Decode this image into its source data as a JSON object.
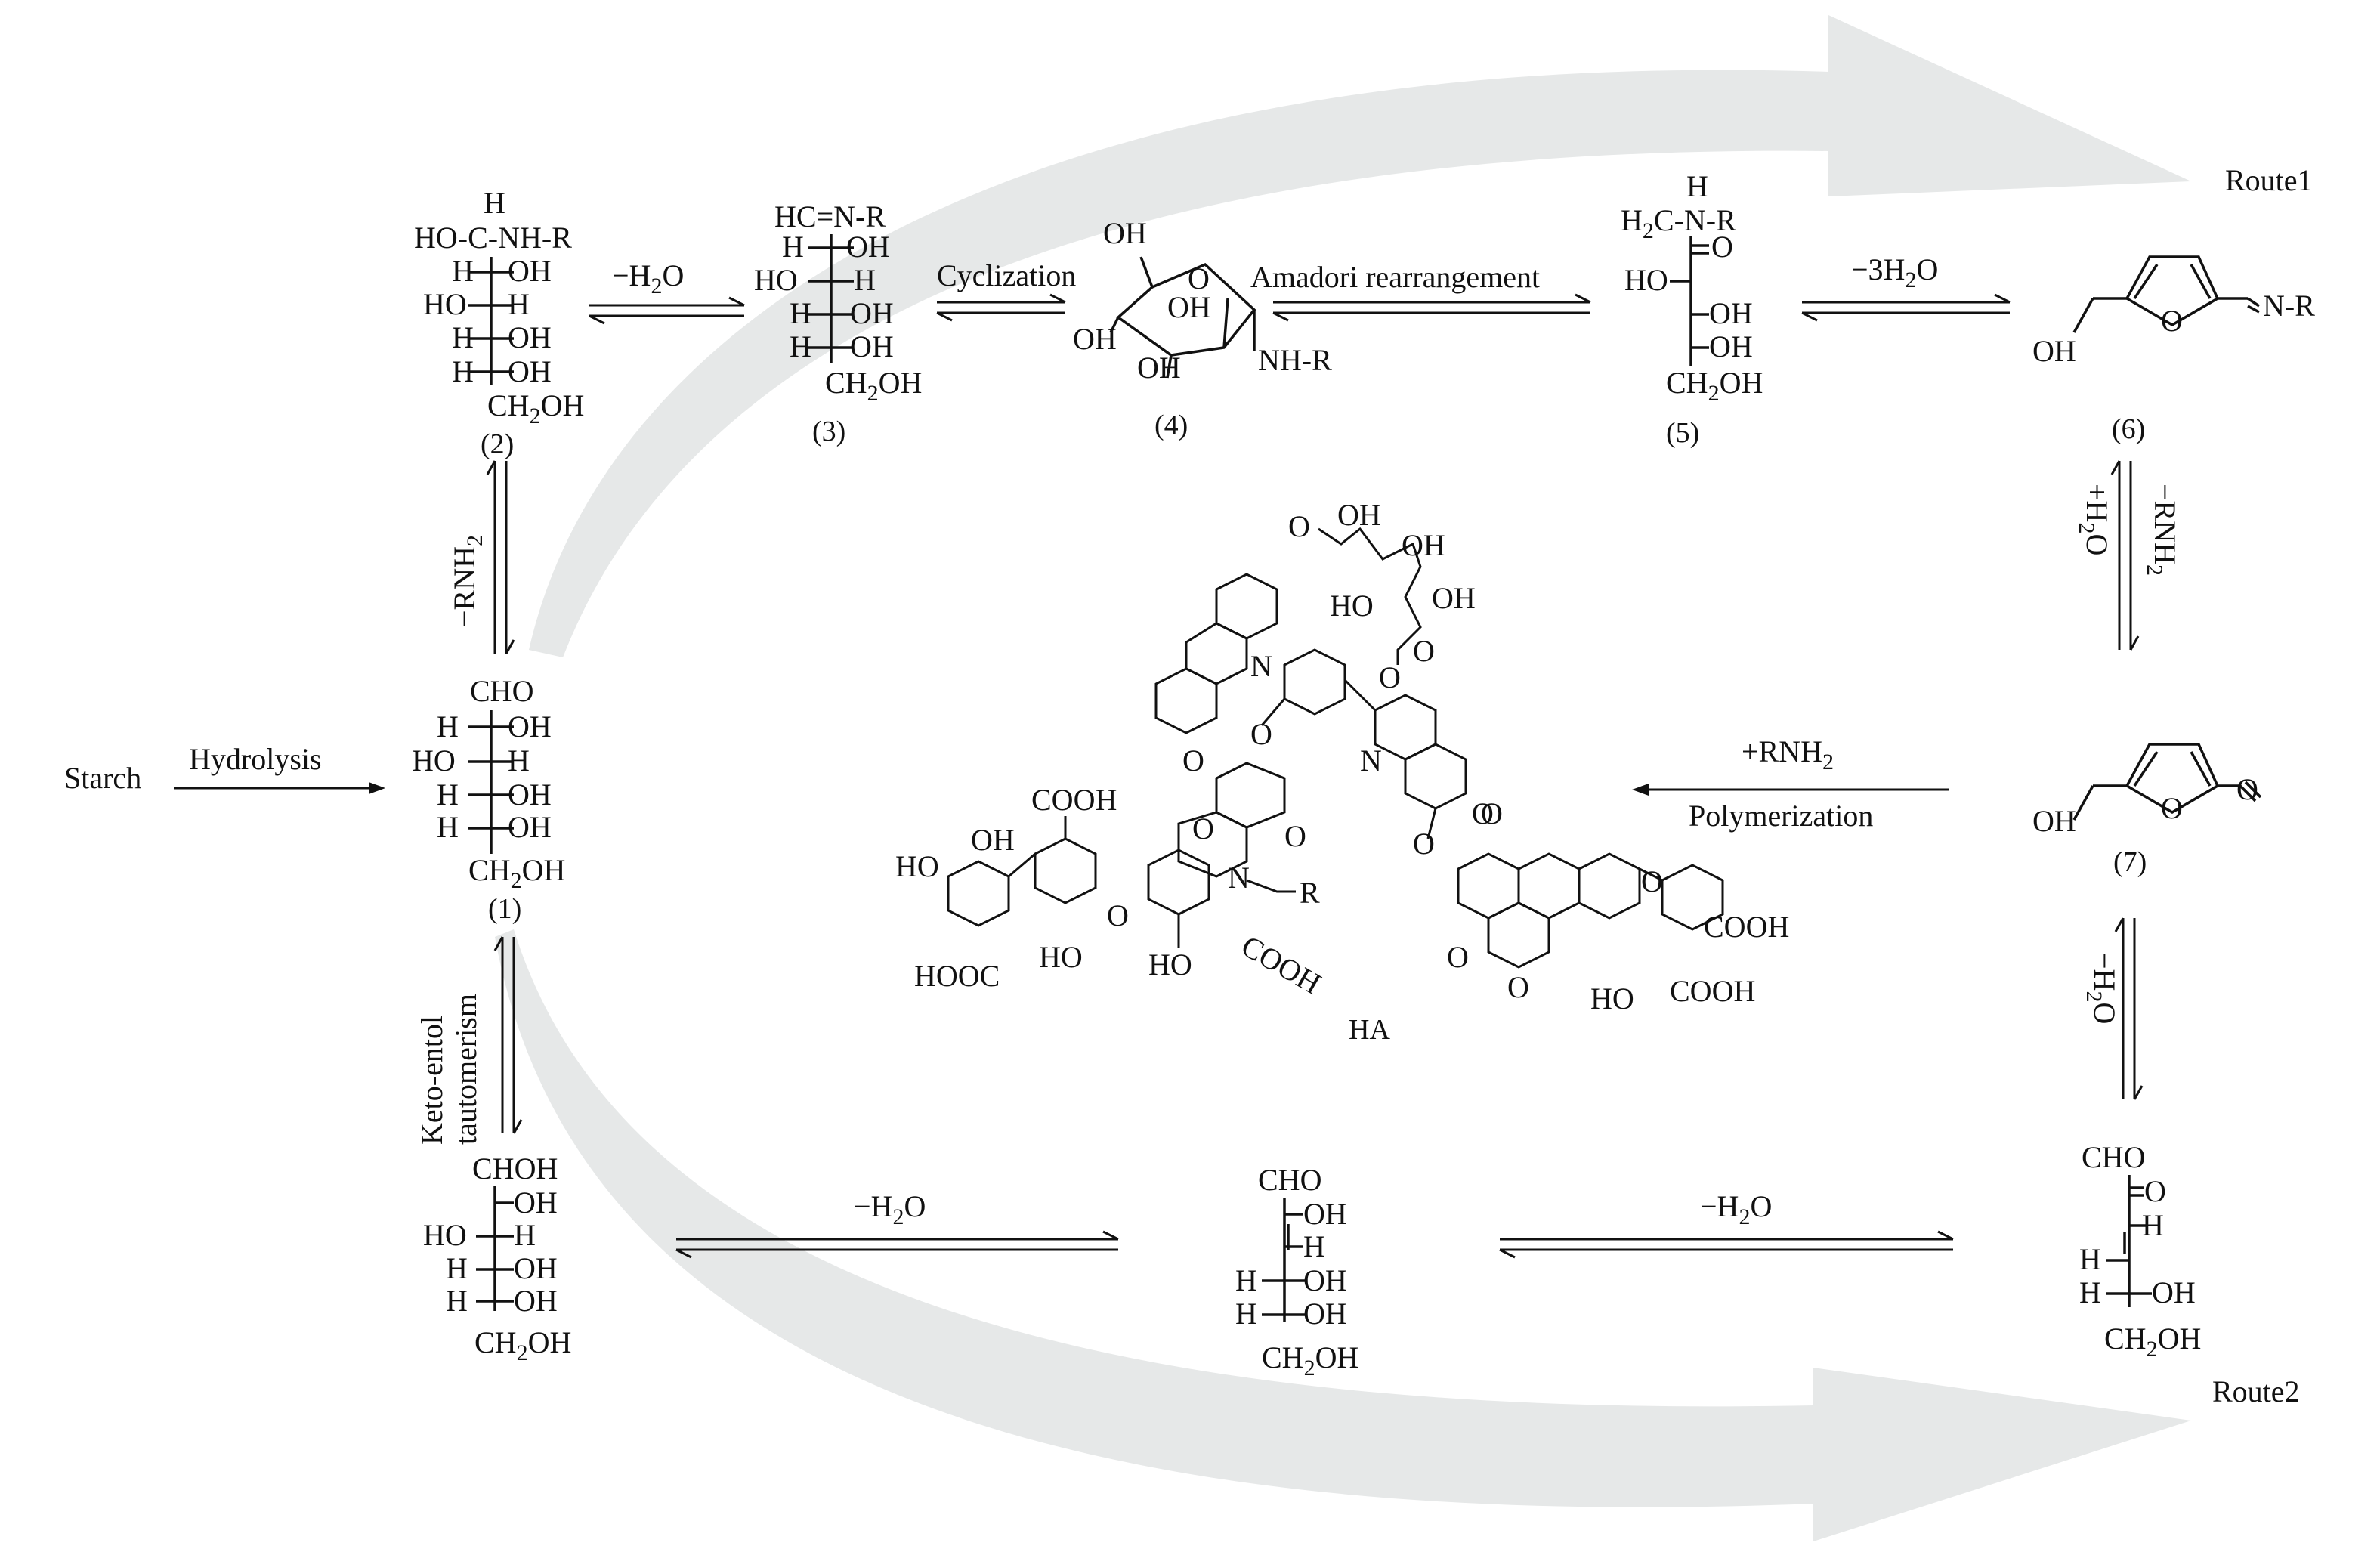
{
  "routes": {
    "route1": "Route1",
    "route2": "Route2"
  },
  "start": {
    "label": "Starch",
    "step": "Hydrolysis"
  },
  "compounds": {
    "c1": {
      "id": "(1)",
      "lines": [
        "CHO",
        "H",
        "OH",
        "HO",
        "H",
        "H",
        "OH",
        "H",
        "OH",
        "CH2OH"
      ]
    },
    "c2": {
      "id": "(2)",
      "top": "H",
      "line1": "HO-C-NH-R"
    },
    "c3": {
      "id": "(3)",
      "line1": "HC=N-R"
    },
    "c4": {
      "id": "(4)",
      "oh": "OH",
      "nhr": "NH-R",
      "o": "O"
    },
    "c5": {
      "id": "(5)",
      "h": "H",
      "line1": "H2C-N-R",
      "o": "O"
    },
    "c6": {
      "id": "(6)",
      "oh": "OH",
      "nr": "N-R",
      "o": "O"
    },
    "c7": {
      "id": "(7)",
      "oh": "OH",
      "o": "O"
    },
    "ha": {
      "id": "HA"
    },
    "cb1": {
      "line1": "CHOH"
    },
    "cb2": {
      "line1": "CHO"
    },
    "cb3": {
      "line1": "CHO",
      "o": "O"
    }
  },
  "arrows": {
    "a12": "−RNH2",
    "a23": "−H2O",
    "a34": "Cyclization",
    "a45": "Amadori rearrangement",
    "a56": "−3H2O",
    "a67_left": "+H2O",
    "a67_right": "−RNH2",
    "a7_ha_top": "+RNH2",
    "a7_ha_bottom": "Polymerization",
    "a1b": "Keto-entol tautomerism",
    "ab1": "−H2O",
    "ab2": "−H2O",
    "a7b3": "−H2O"
  },
  "groups": {
    "oh": "OH",
    "h": "H",
    "ho": "HO",
    "cooh": "COOH",
    "hooc": "HOOC",
    "o": "O",
    "n": "N",
    "r": "R",
    "ch2oh": "CH2OH"
  },
  "colors": {
    "route_arrow": "#e6e8e8",
    "ink": "#111111"
  }
}
